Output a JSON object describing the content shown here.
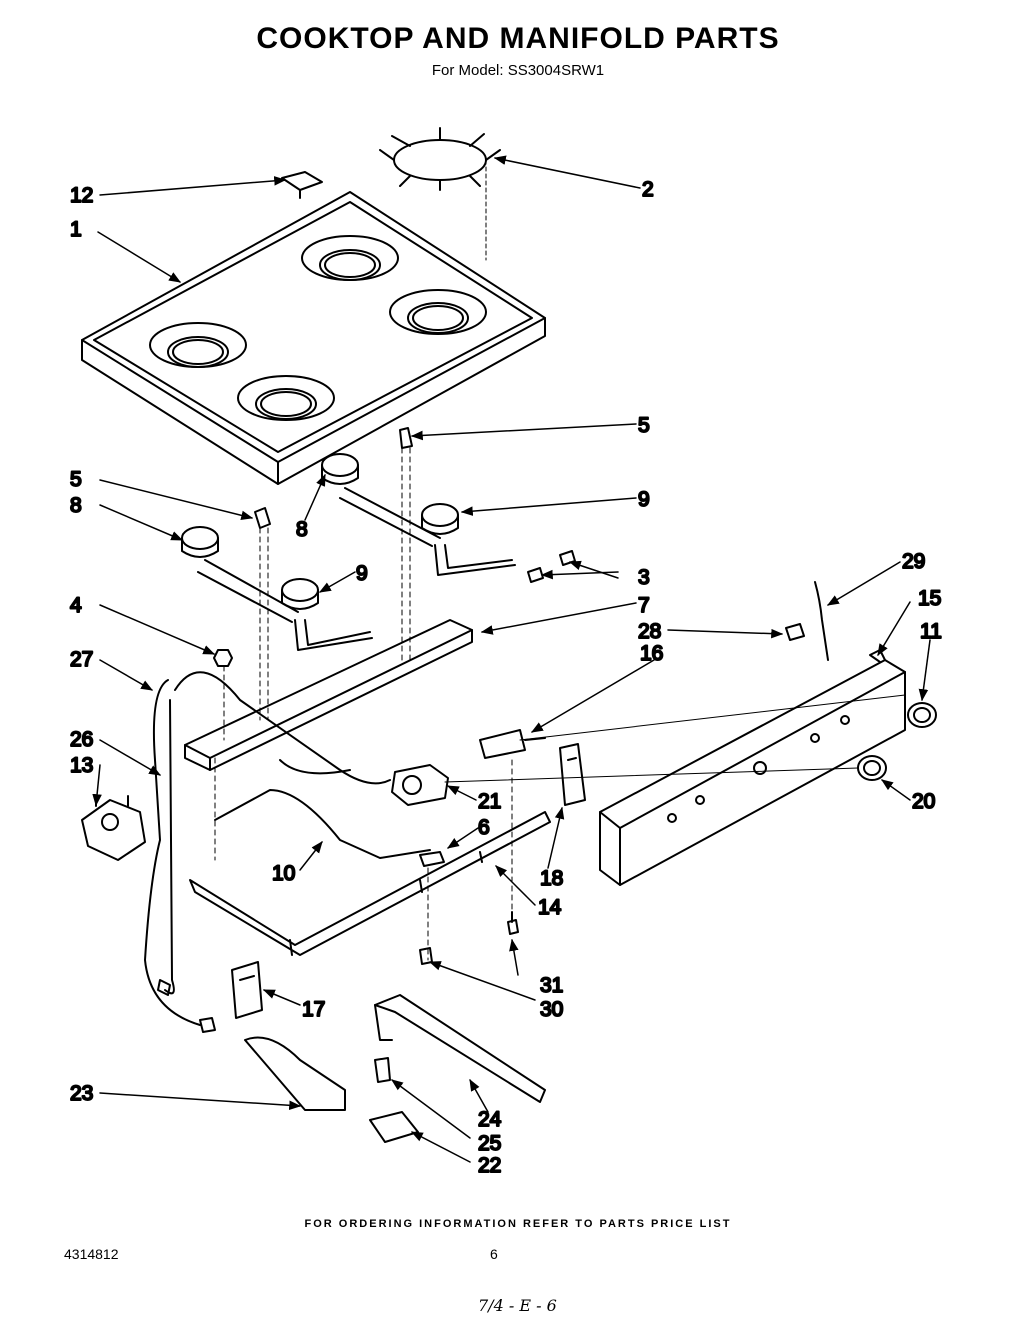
{
  "header": {
    "title": "COOKTOP  AND MANIFOLD PARTS",
    "subtitle": "For Model: SS3004SRW1"
  },
  "callouts": [
    {
      "id": "c12",
      "label": "12"
    },
    {
      "id": "c1",
      "label": "1"
    },
    {
      "id": "c2",
      "label": "2"
    },
    {
      "id": "c5a",
      "label": "5"
    },
    {
      "id": "c5b",
      "label": "5"
    },
    {
      "id": "c8a",
      "label": "8"
    },
    {
      "id": "c8b",
      "label": "8"
    },
    {
      "id": "c9a",
      "label": "9"
    },
    {
      "id": "c9b",
      "label": "9"
    },
    {
      "id": "c3",
      "label": "3"
    },
    {
      "id": "c29",
      "label": "29"
    },
    {
      "id": "c15",
      "label": "15"
    },
    {
      "id": "c4",
      "label": "4"
    },
    {
      "id": "c7",
      "label": "7"
    },
    {
      "id": "c28",
      "label": "28"
    },
    {
      "id": "c11",
      "label": "11"
    },
    {
      "id": "c27",
      "label": "27"
    },
    {
      "id": "c16",
      "label": "16"
    },
    {
      "id": "c26",
      "label": "26"
    },
    {
      "id": "c13",
      "label": "13"
    },
    {
      "id": "c21",
      "label": "21"
    },
    {
      "id": "c20",
      "label": "20"
    },
    {
      "id": "c6",
      "label": "6"
    },
    {
      "id": "c10",
      "label": "10"
    },
    {
      "id": "c18",
      "label": "18"
    },
    {
      "id": "c14",
      "label": "14"
    },
    {
      "id": "c31",
      "label": "31"
    },
    {
      "id": "c30",
      "label": "30"
    },
    {
      "id": "c17",
      "label": "17"
    },
    {
      "id": "c23",
      "label": "23"
    },
    {
      "id": "c24",
      "label": "24"
    },
    {
      "id": "c25",
      "label": "25"
    },
    {
      "id": "c22",
      "label": "22"
    }
  ],
  "footer": {
    "ordering_note": "FOR ORDERING INFORMATION REFER TO PARTS PRICE LIST",
    "doc_number": "4314812",
    "page_number": "6",
    "handwritten_note": "7/4 - E - 6"
  }
}
